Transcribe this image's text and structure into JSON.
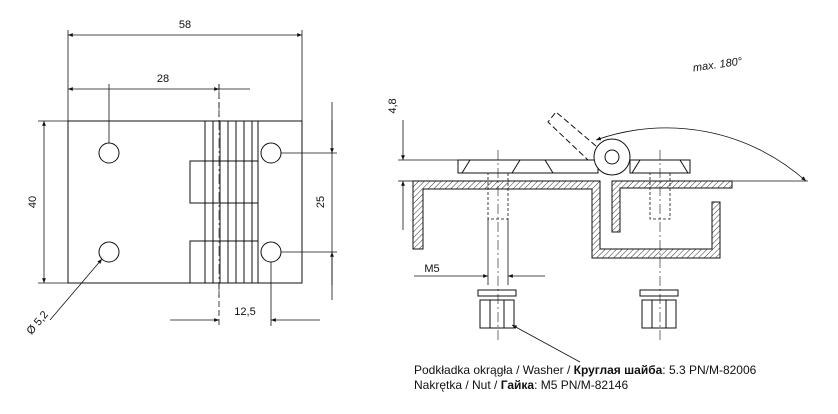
{
  "front_view": {
    "width_total": "58",
    "hole_spacing_x": "28",
    "height_total": "40",
    "hole_spacing_y": "25",
    "hole_offset_x": "12,5",
    "hole_diameter": "Ø 5,2"
  },
  "side_view": {
    "thickness": "4,8",
    "rotation": "max. 180°",
    "screw_size": "M5"
  },
  "notes": {
    "washer_prefix": "Podkładka okrągła / Washer / ",
    "washer_ru": "Круглая шайба",
    "washer_spec": ":   5.3 PN/M-82006",
    "nut_prefix": "Nakrętka / Nut / ",
    "nut_ru": "Гайка",
    "nut_spec": ":   M5 PN/M-82146"
  }
}
